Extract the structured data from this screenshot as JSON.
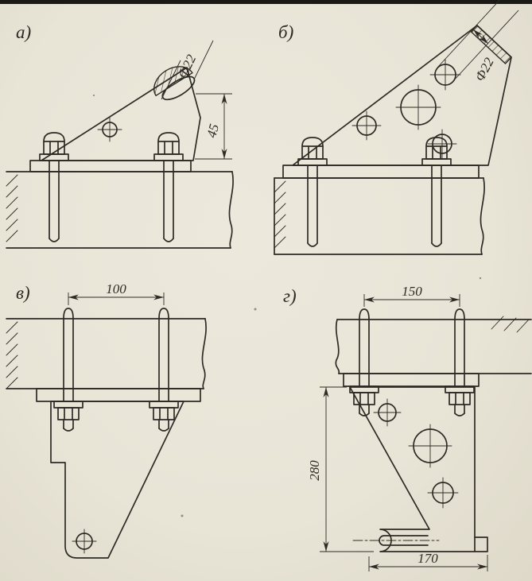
{
  "drawing": {
    "views": {
      "a": {
        "label": "а)",
        "dim_hole_diameter": "Ф22",
        "dim_pad_height": "45"
      },
      "b": {
        "label": "б)",
        "dim_hole_diameter": "Ф22"
      },
      "v": {
        "label": "в)",
        "dim_bolt_spacing": "100"
      },
      "g": {
        "label": "г)",
        "dim_bolt_spacing": "150",
        "dim_bracket_height": "280",
        "dim_bottom_width": "170"
      }
    },
    "colors": {
      "paper": "#e9e5d8",
      "ink": "#2d2b26"
    }
  }
}
